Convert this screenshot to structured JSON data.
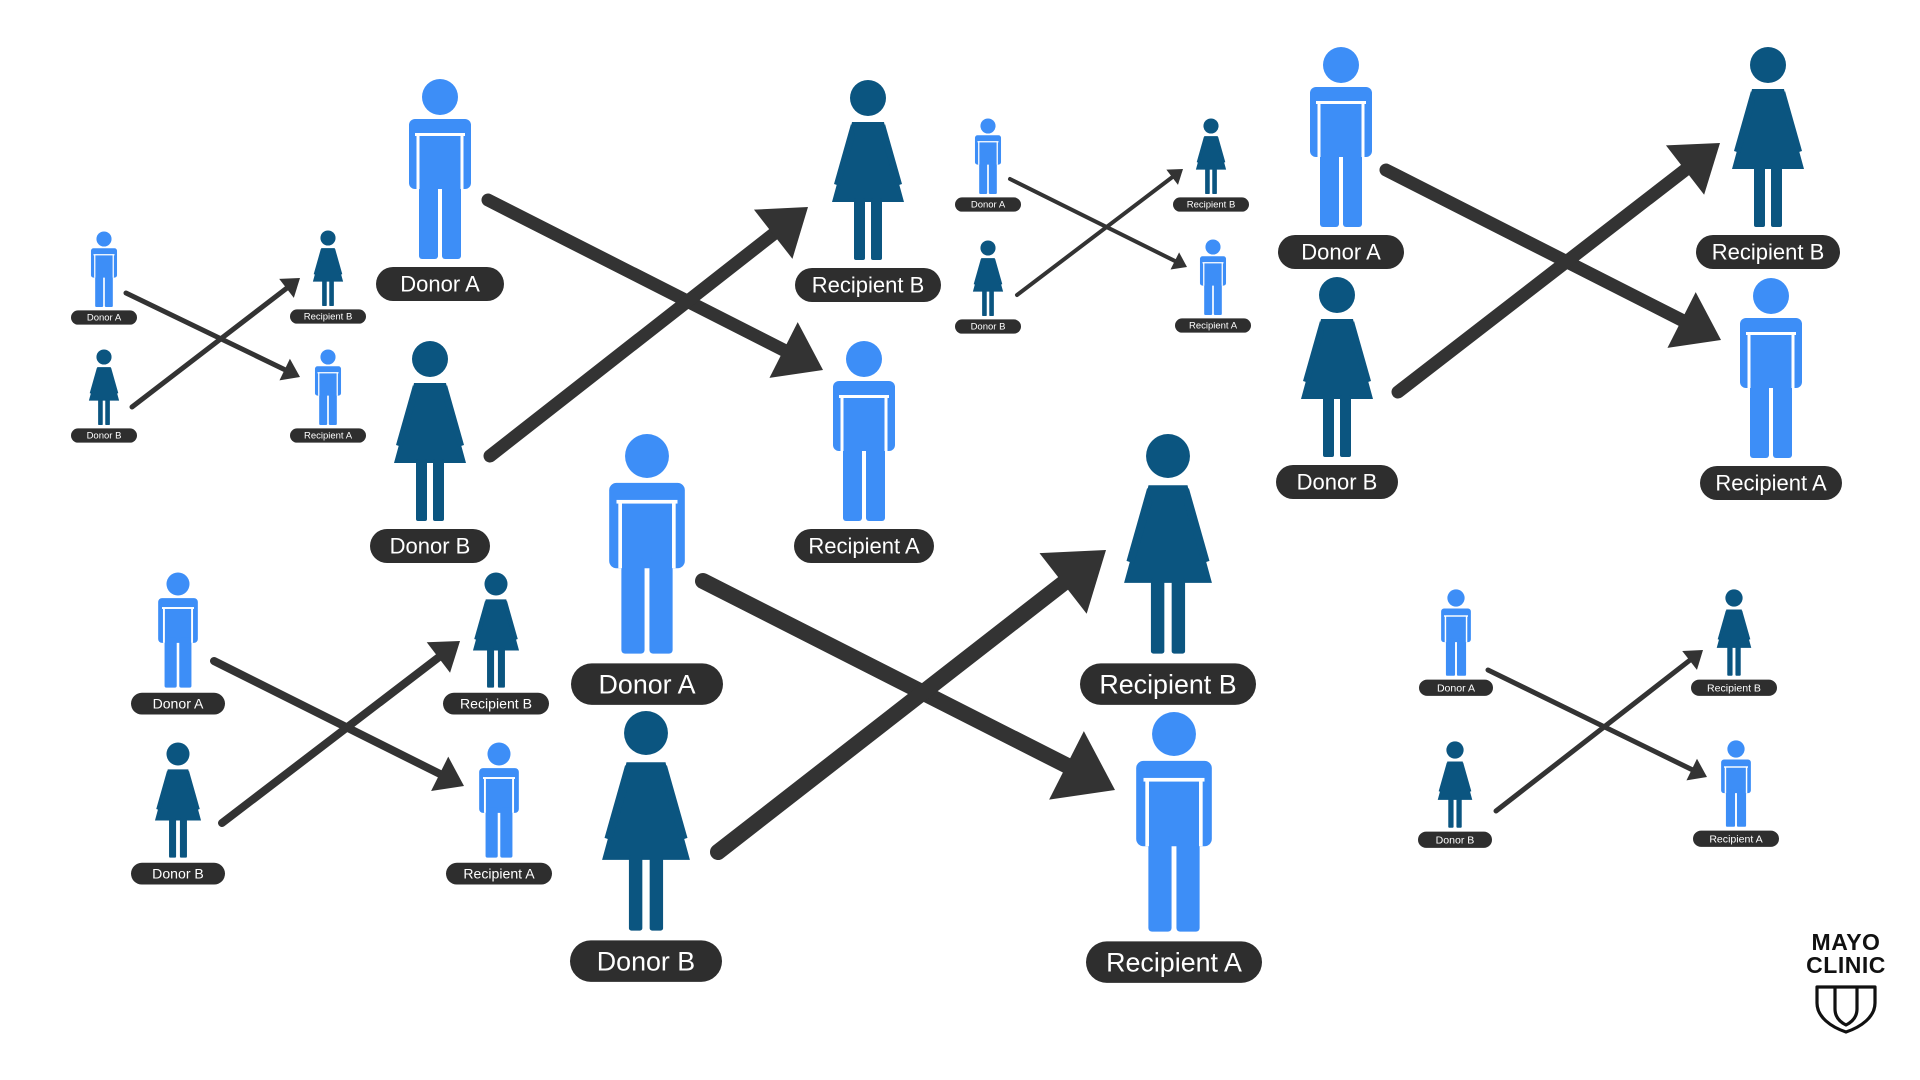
{
  "colors": {
    "male": "#3d8ef7",
    "female": "#0b5580",
    "arrow": "#333333",
    "pill": "#2e2e2e"
  },
  "labels": {
    "donor_a": "Donor A",
    "donor_b": "Donor B",
    "recipient_a": "Recipient A",
    "recipient_b": "Recipient B"
  },
  "figures": [
    {
      "id": "g1-donor-a",
      "gender": "male",
      "label": "donor_a"
    },
    {
      "id": "g1-donor-b",
      "gender": "female",
      "label": "donor_b"
    },
    {
      "id": "g1-recipient-a",
      "gender": "male",
      "label": "recipient_a"
    },
    {
      "id": "g1-recipient-b",
      "gender": "female",
      "label": "recipient_b"
    },
    {
      "id": "g2-donor-a",
      "gender": "male",
      "label": "donor_a"
    },
    {
      "id": "g2-donor-b",
      "gender": "female",
      "label": "donor_b"
    },
    {
      "id": "g2-recipient-a",
      "gender": "male",
      "label": "recipient_a"
    },
    {
      "id": "g2-recipient-b",
      "gender": "female",
      "label": "recipient_b"
    },
    {
      "id": "g3-donor-a",
      "gender": "male",
      "label": "donor_a"
    },
    {
      "id": "g3-donor-b",
      "gender": "female",
      "label": "donor_b"
    },
    {
      "id": "g3-recipient-a",
      "gender": "male",
      "label": "recipient_a"
    },
    {
      "id": "g3-recipient-b",
      "gender": "female",
      "label": "recipient_b"
    },
    {
      "id": "g4-donor-a",
      "gender": "male",
      "label": "donor_a"
    },
    {
      "id": "g4-donor-b",
      "gender": "female",
      "label": "donor_b"
    },
    {
      "id": "g4-recipient-a",
      "gender": "male",
      "label": "recipient_a"
    },
    {
      "id": "g4-recipient-b",
      "gender": "female",
      "label": "recipient_b"
    },
    {
      "id": "g5-donor-a",
      "gender": "male",
      "label": "donor_a"
    },
    {
      "id": "g5-donor-b",
      "gender": "female",
      "label": "donor_b"
    },
    {
      "id": "g5-recipient-a",
      "gender": "male",
      "label": "recipient_a"
    },
    {
      "id": "g5-recipient-b",
      "gender": "female",
      "label": "recipient_b"
    },
    {
      "id": "g6-donor-a",
      "gender": "male",
      "label": "donor_a"
    },
    {
      "id": "g6-donor-b",
      "gender": "female",
      "label": "donor_b"
    },
    {
      "id": "g6-recipient-a",
      "gender": "male",
      "label": "recipient_a"
    },
    {
      "id": "g6-recipient-b",
      "gender": "female",
      "label": "recipient_b"
    }
  ],
  "arrows": [
    {
      "id": "g1-arrow-a-to-a",
      "from": "g1-donor-a",
      "to": "g1-recipient-a"
    },
    {
      "id": "g1-arrow-b-to-b",
      "from": "g1-donor-b",
      "to": "g1-recipient-b"
    },
    {
      "id": "g2-arrow-a-to-a",
      "from": "g2-donor-a",
      "to": "g2-recipient-a"
    },
    {
      "id": "g2-arrow-b-to-b",
      "from": "g2-donor-b",
      "to": "g2-recipient-b"
    },
    {
      "id": "g3-arrow-a-to-a",
      "from": "g3-donor-a",
      "to": "g3-recipient-a"
    },
    {
      "id": "g3-arrow-b-to-b",
      "from": "g3-donor-b",
      "to": "g3-recipient-b"
    },
    {
      "id": "g4-arrow-a-to-a",
      "from": "g4-donor-a",
      "to": "g4-recipient-a"
    },
    {
      "id": "g4-arrow-b-to-b",
      "from": "g4-donor-b",
      "to": "g4-recipient-b"
    },
    {
      "id": "g5-arrow-a-to-a",
      "from": "g5-donor-a",
      "to": "g5-recipient-a"
    },
    {
      "id": "g5-arrow-b-to-b",
      "from": "g5-donor-b",
      "to": "g5-recipient-b"
    },
    {
      "id": "g6-arrow-a-to-a",
      "from": "g6-donor-a",
      "to": "g6-recipient-a"
    },
    {
      "id": "g6-arrow-b-to-b",
      "from": "g6-donor-b",
      "to": "g6-recipient-b"
    }
  ],
  "logo": {
    "line1": "MAYO",
    "line2": "CLINIC",
    "icon": "shield-icon"
  }
}
